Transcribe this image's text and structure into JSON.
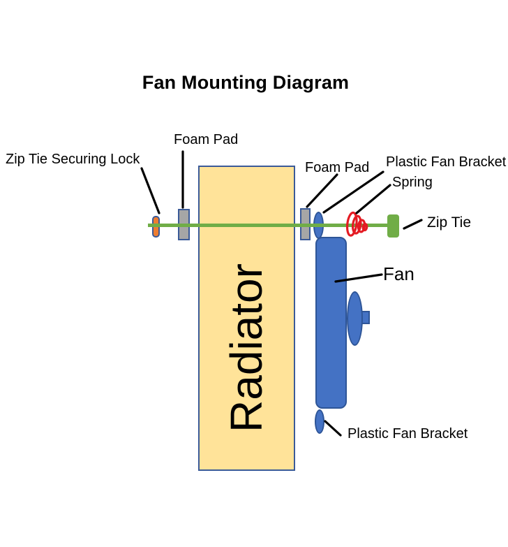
{
  "title": "Fan Mounting Diagram",
  "diagram": {
    "radiator_label": "Radiator",
    "labels": {
      "zip_tie_securing_lock": "Zip Tie Securing Lock",
      "foam_pad_left": "Foam Pad",
      "foam_pad_right": "Foam Pad",
      "plastic_fan_bracket_top": "Plastic Fan Bracket",
      "spring": "Spring",
      "zip_tie": "Zip Tie",
      "fan": "Fan",
      "plastic_fan_bracket_bottom": "Plastic Fan Bracket"
    },
    "colors": {
      "radiator_fill": "#ffe399",
      "shape_outline": "#3a5a98",
      "fan_blue": "#4472c4",
      "fan_blue_outline": "#2e5597",
      "zip_tie_green": "#70ad47",
      "foam_pad_gray": "#a6a6a6",
      "lock_orange": "#ed7d31",
      "spring_red": "#e41b23",
      "label_color": "#000000"
    }
  }
}
